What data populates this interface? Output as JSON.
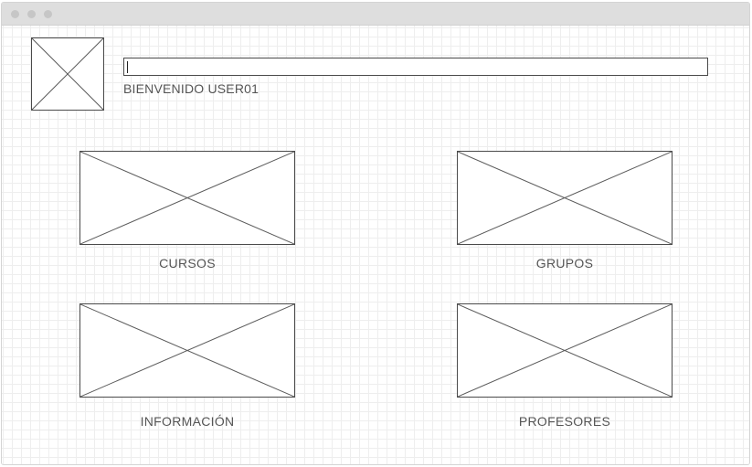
{
  "header": {
    "search_value": "",
    "welcome_text": "BIENVENIDO USER01"
  },
  "tiles": [
    {
      "label": "CURSOS"
    },
    {
      "label": "GRUPOS"
    },
    {
      "label": "INFORMACIÓN"
    },
    {
      "label": "PROFESORES"
    }
  ],
  "colors": {
    "stroke": "#4a4a4a",
    "text": "#555555",
    "grid": "#eeeeee",
    "titlebar": "#dedede"
  }
}
